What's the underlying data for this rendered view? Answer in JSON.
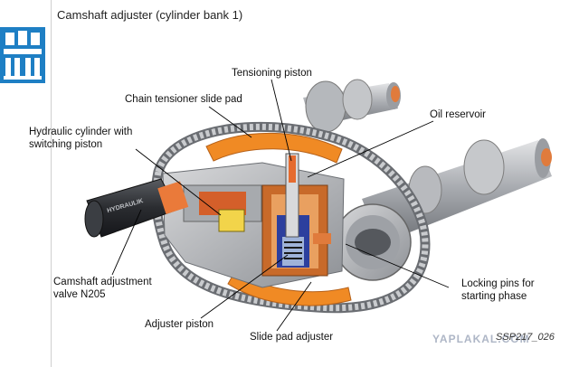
{
  "header": {
    "title": "Camshaft adjuster (cylinder bank 1)"
  },
  "labels": {
    "tensioning_piston": "Tensioning piston",
    "chain_tensioner": "Chain tensioner slide pad",
    "oil_reservoir": "Oil reservoir",
    "hydraulic_cylinder_line1": "Hydraulic cylinder with",
    "hydraulic_cylinder_line2": "switching piston",
    "adjustment_valve_line1": "Camshaft adjustment",
    "adjustment_valve_line2": "valve N205",
    "locking_pins_line1": "Locking pins for",
    "locking_pins_line2": "starting phase",
    "adjuster_piston": "Adjuster piston",
    "slide_pad_adjuster": "Slide pad adjuster"
  },
  "footer": {
    "figure_code": "SSP217_026",
    "watermark": "YAPLAKAL.COM"
  },
  "colors": {
    "accent_orange": "#f08a24",
    "logo_blue": "#1e7fc4",
    "metal": "#b9bcc0"
  }
}
